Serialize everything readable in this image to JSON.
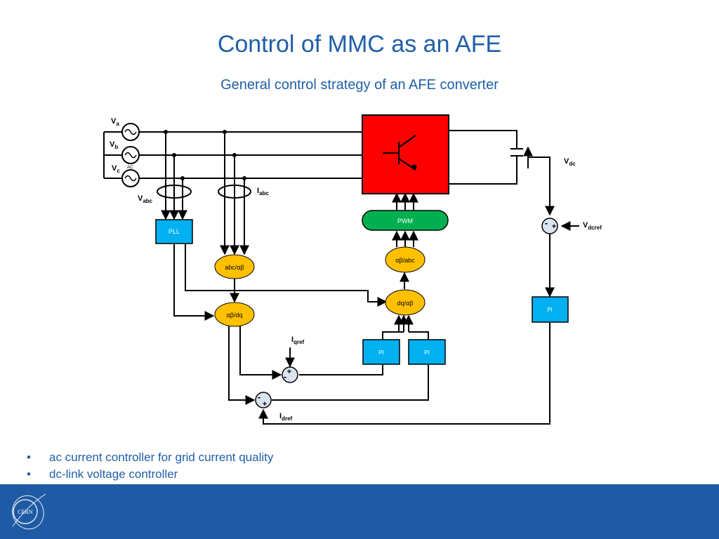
{
  "slide": {
    "title": "Control of MMC as an AFE",
    "subtitle": "General control strategy of an AFE converter"
  },
  "diagram": {
    "sources": [
      "V",
      "V",
      "V"
    ],
    "source_subs": [
      "a",
      "b",
      "c"
    ],
    "ac_label": "AC",
    "labels": {
      "vabc": "V",
      "vabc_sub": "abc",
      "iabc": "I",
      "iabc_sub": "abc",
      "vdc": "V",
      "vdc_sub": "dc",
      "vdcref": "V",
      "vdcref_sub": "dcref",
      "iqref": "I",
      "iqref_sub": "qref",
      "idref": "I",
      "idref_sub": "dref"
    },
    "blocks": {
      "pll": "PLL",
      "abc_ab": "abc/αβ",
      "ab_dq": "αβ/dq",
      "pwm": "PWM",
      "ab_abc": "αβ/abc",
      "dq_ab": "dq/αβ",
      "pi_1": "PI",
      "pi_2": "PI",
      "pi_dc": "PI"
    },
    "signs": {
      "plus": "+",
      "minus": "-"
    },
    "colors": {
      "converter": "#ff0000",
      "pwm": "#00b050",
      "transform": "#ffc000",
      "controller": "#00b0f0",
      "title": "#1f5fa8",
      "footer": "#1f5ba5"
    },
    "icons": [
      "ac-source-icon",
      "igbt-icon",
      "capacitor-icon",
      "current-sensor-icon",
      "cern-logo-icon"
    ]
  },
  "bullets": [
    "ac current controller for grid current quality",
    "dc-link voltage controller"
  ],
  "footer": {
    "logo_text": "CERN"
  }
}
